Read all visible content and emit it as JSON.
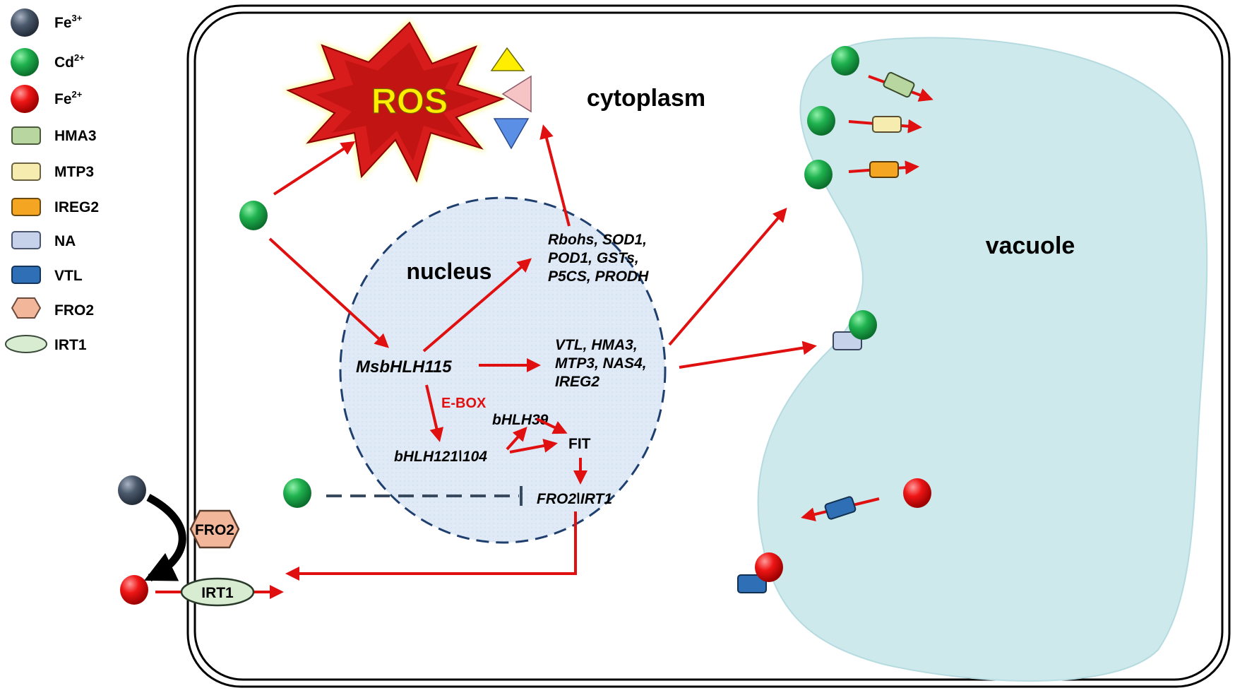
{
  "legend": [
    {
      "label_main": "Fe",
      "label_sup": "3+",
      "icon": "fe3-ion-icon",
      "color": "#4a5568"
    },
    {
      "label_main": "Cd",
      "label_sup": "2+",
      "icon": "cd2-ion-icon",
      "color": "#1aa34a"
    },
    {
      "label_main": "Fe",
      "label_sup": "2+",
      "icon": "fe2-ion-icon",
      "color": "#e01010"
    },
    {
      "label_main": "HMA3",
      "label_sup": "",
      "icon": "hma3-transporter-icon",
      "color": "#b7d6a0"
    },
    {
      "label_main": "MTP3",
      "label_sup": "",
      "icon": "mtp3-transporter-icon",
      "color": "#f7ecb0"
    },
    {
      "label_main": "IREG2",
      "label_sup": "",
      "icon": "ireg2-transporter-icon",
      "color": "#f4a623"
    },
    {
      "label_main": "NA",
      "label_sup": "",
      "icon": "na-chelator-icon",
      "color": "#c5d2ea"
    },
    {
      "label_main": "VTL",
      "label_sup": "",
      "icon": "vtl-transporter-icon",
      "color": "#2f6fb5"
    },
    {
      "label_main": "FRO2",
      "label_sup": "",
      "icon": "fro2-enzyme-icon",
      "color": "#f2b79b"
    },
    {
      "label_main": "IRT1",
      "label_sup": "",
      "icon": "irt1-transporter-icon",
      "color": "#d8ecd2"
    }
  ],
  "compartments": {
    "cytoplasm": "cytoplasm",
    "nucleus": "nucleus",
    "vacuole": "vacuole",
    "ros": "ROS"
  },
  "genes": {
    "ros_line1": "Rbohs, SOD1,",
    "ros_line2": "POD1, GSTs,",
    "ros_line3": "P5CS, PRODH",
    "main_tf": "MsbHLH115",
    "transport_line1": "VTL, HMA3,",
    "transport_line2": "MTP3, NAS4,",
    "transport_line3": "IREG2",
    "ebox": "E-BOX",
    "bhlh39": "bHLH39",
    "bhlh121": "bHLH121ǀ104",
    "fit": "FIT",
    "fro2_irt1": "FRO2ǀIRT1"
  },
  "membrane_proteins": {
    "fro2": "FRO2",
    "irt1": "IRT1"
  },
  "colors": {
    "arrow": "#e01010",
    "nucleus_fill": "#dde9f6",
    "nucleus_border": "#1f3f6e",
    "vacuole_fill": "#cde9ec",
    "ros_text": "#ffee00",
    "ros_star": "#d81b1b"
  }
}
